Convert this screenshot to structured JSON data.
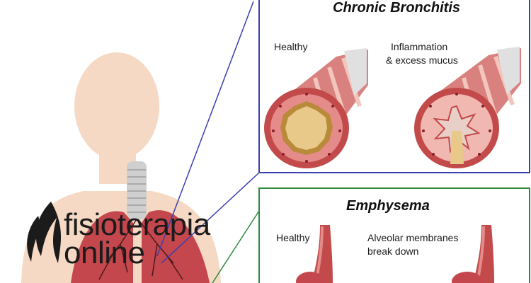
{
  "brand": {
    "line1": "fisioterapia",
    "line2": "online"
  },
  "bronchitis": {
    "title": "Chronic Bronchitis",
    "healthy_label": "Healthy",
    "diseased_label_line1": "Inflammation",
    "diseased_label_line2": "& excess mucus"
  },
  "emphysema": {
    "title": "Emphysema",
    "healthy_label": "Healthy",
    "diseased_label_line1": "Alveolar membranes",
    "diseased_label_line2": "break down"
  },
  "colors": {
    "body_silhouette": "#f5d9c4",
    "bronchitis_frame": "#3a3fb0",
    "emphysema_frame": "#2e8b3a",
    "airway_pink": "#d9817f",
    "airway_wall": "#c24a4a",
    "mucus": "#e8c98a",
    "cartilage": "#e0e0e0",
    "lung_red": "#c4474d"
  },
  "icons": [
    "brand-logo-icon",
    "lungs-icon",
    "trachea-icon",
    "healthy-bronchus-icon",
    "inflamed-bronchus-icon",
    "healthy-alveoli-icon",
    "damaged-alveoli-icon"
  ]
}
